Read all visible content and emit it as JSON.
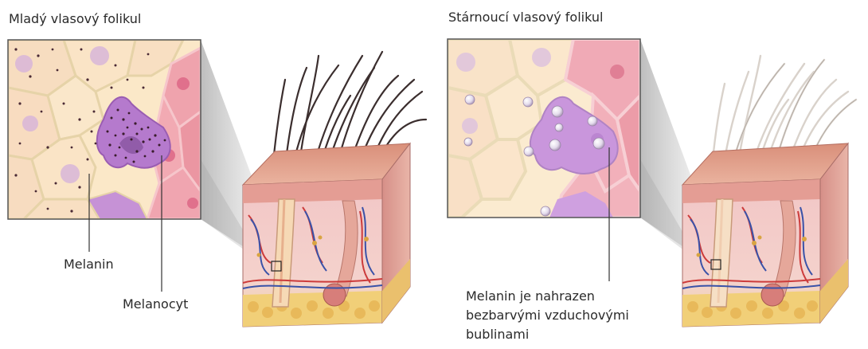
{
  "left_panel": {
    "title": "Mladý vlasový folikul",
    "label_melanin": "Melanin",
    "label_melanocyt": "Melanocyt"
  },
  "right_panel": {
    "title": "Stárnoucí vlasový folikul",
    "label_bubbles": "Melanin je nahrazen\nbezbarvými vzduchovými\nbublinami"
  },
  "colors": {
    "cell_fill": "#f6dcc0",
    "melanocyte": "#b87ad0",
    "melanocyte_light": "#c996dc",
    "skin_surface": "#e3a48c",
    "dermis": "#f0c7c7",
    "fat": "#f0cf7a",
    "hair_dark": "#3a2d2d",
    "hair_gray": "#d8d2cc"
  }
}
